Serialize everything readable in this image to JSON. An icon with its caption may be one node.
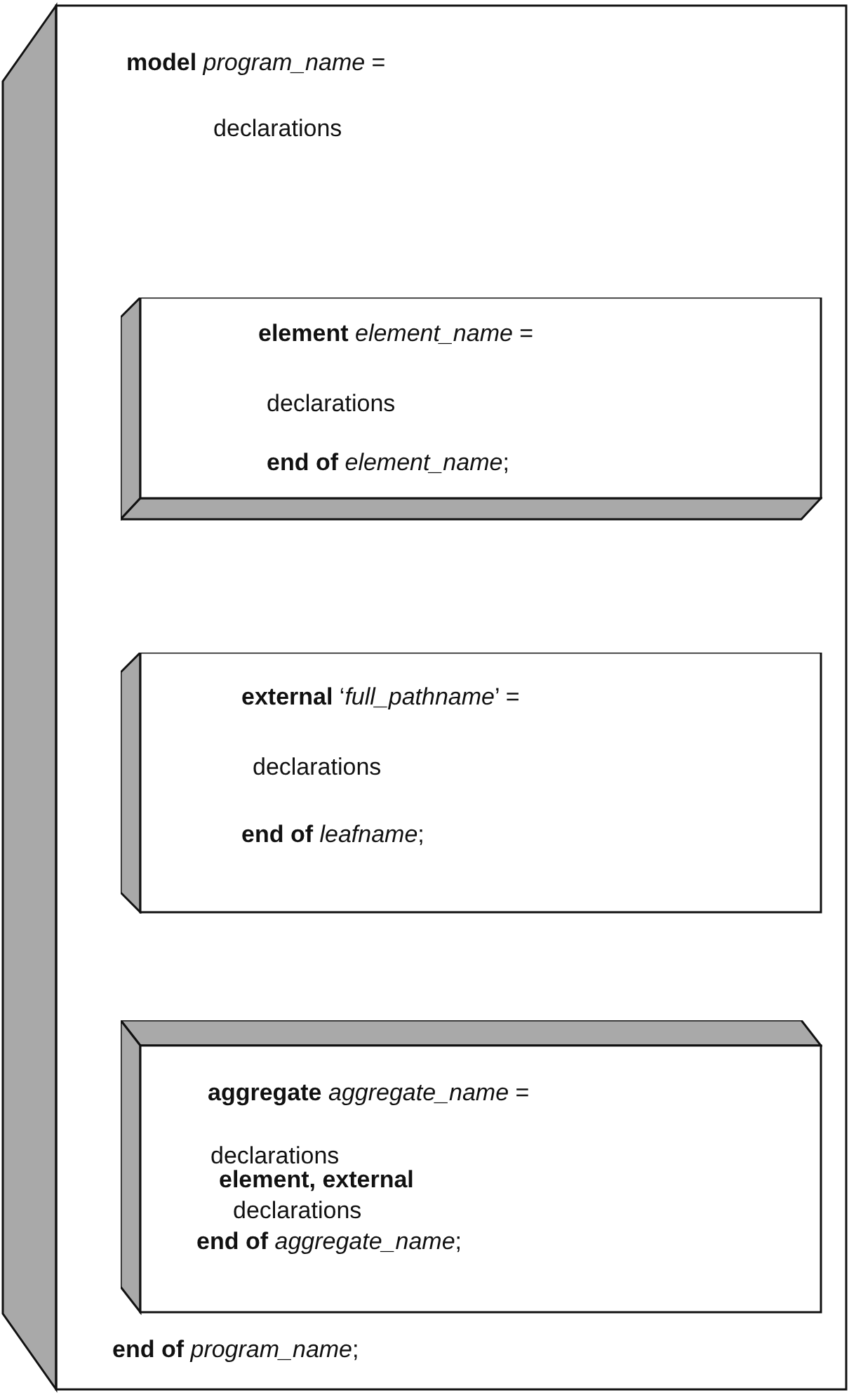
{
  "diagram": {
    "nodes": [
      {
        "text": [
          "**model** *program_name* =",
          "declarations",
          "**end of** *program_name*;"
        ]
      },
      {
        "text": [
          "**element** *element_name* =",
          "declarations",
          "**end of** *element_name*;"
        ],
        "in": 0
      },
      {
        "text": [
          "**external** ‘*full_pathname*’ =",
          "declarations",
          "**end of** *leafname*;"
        ],
        "in": 0
      },
      {
        "text": [
          "**aggregate** *aggregate_name* =",
          "declarations",
          "**element, external**",
          "declarations",
          "**end of** *aggregate_name*;"
        ],
        "in": 0
      }
    ]
  }
}
